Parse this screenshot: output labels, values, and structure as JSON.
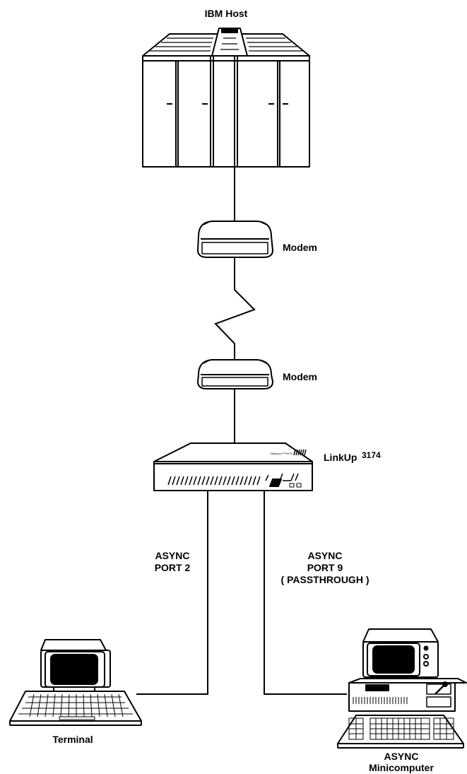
{
  "labels": {
    "host": "IBM Host",
    "modem_top": "Modem",
    "modem_bottom": "Modem",
    "linkup_name": "LinkUp",
    "linkup_model": "3174",
    "linkup_nameplate": "DataLynx™/3174",
    "port2_line1": "ASYNC",
    "port2_line2": "PORT 2",
    "port9_line1": "ASYNC",
    "port9_line2": "PORT 9",
    "port9_line3": "( PASSTHROUGH )",
    "terminal": "Terminal",
    "mini_line1": "ASYNC",
    "mini_line2": "Minicomputer"
  },
  "colors": {
    "line": "#000000",
    "background": "#ffffff",
    "screen": "#000000"
  }
}
